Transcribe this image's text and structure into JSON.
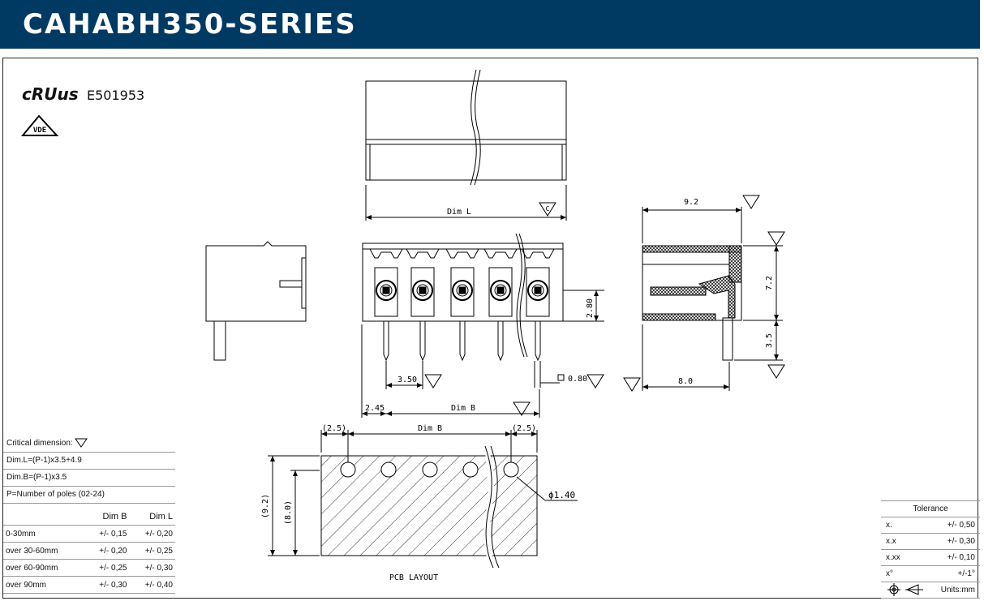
{
  "header": {
    "title": "CAHABH350-SERIES"
  },
  "certification": {
    "ul_mark": "cRUus",
    "ul_number": "E501953",
    "vde_mark": "VDE"
  },
  "drawing": {
    "critical_symbol": "C",
    "dims": {
      "dim_l": "Dim L",
      "dim_b": "Dim B",
      "w_9_2": "9.2",
      "h_7_2": "7.2",
      "h_3_5": "3.5",
      "w_8_0": "8.0",
      "h_2_80": "2.80",
      "pitch_3_50": "3.50",
      "pin_0_80": "0.80",
      "off_2_45": "2.45",
      "pcb_2_5_left": "(2.5)",
      "pcb_2_5_right": "(2.5)",
      "pcb_9_2": "(9.2)",
      "pcb_8_0": "(8.0)",
      "hole": "ϕ1.40",
      "pcb_label": "PCB LAYOUT"
    }
  },
  "notes": {
    "critical_label": "Critical dimension:",
    "formula_l": "Dim.L=(P-1)x3.5+4.9",
    "formula_b": "Dim.B=(P-1)x3.5",
    "poles": "P=Number of poles (02-24)",
    "table_headers": [
      "",
      "Dim B",
      "Dim L"
    ],
    "table_rows": [
      [
        "0-30mm",
        "+/- 0,15",
        "+/- 0,20"
      ],
      [
        "over 30-60mm",
        "+/- 0,20",
        "+/- 0,25"
      ],
      [
        "over 60-90mm",
        "+/- 0,25",
        "+/- 0,30"
      ],
      [
        "over 90mm",
        "+/- 0,30",
        "+/- 0,40"
      ]
    ]
  },
  "tolerance": {
    "title": "Tolerance",
    "rows": [
      [
        "x.",
        "+/- 0,50"
      ],
      [
        "x.x",
        "+/- 0,30"
      ],
      [
        "x.xx",
        "+/- 0,10"
      ],
      [
        "x°",
        "+/-1°"
      ]
    ],
    "units": "Units:mm"
  }
}
